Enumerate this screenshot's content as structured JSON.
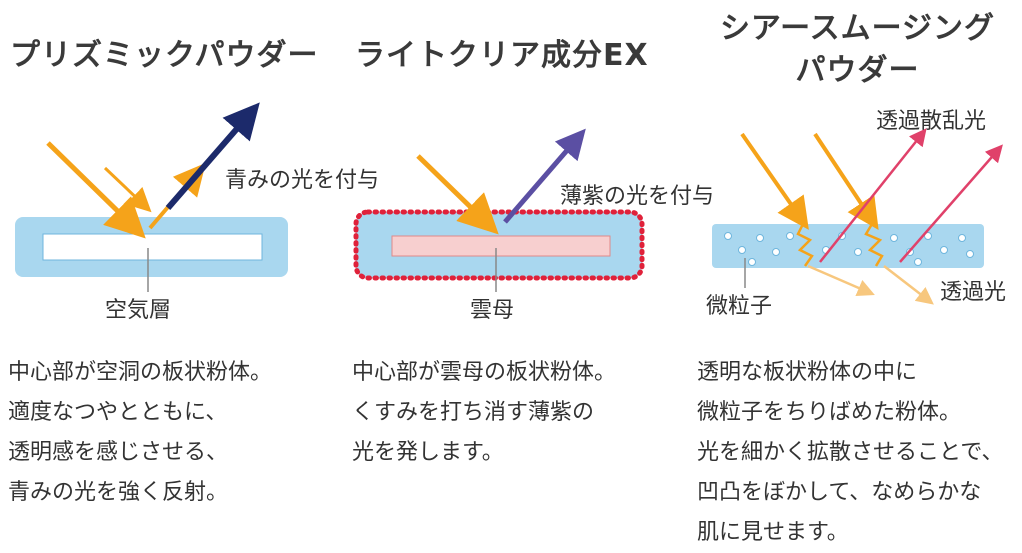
{
  "panels": [
    {
      "title": [
        "プリズミックパウダー"
      ],
      "labels": {
        "reflect": "青みの光を付与",
        "core": "空気層"
      },
      "description": [
        "中心部が空洞の板状粉体。",
        "適度なつやとともに、",
        "透明感を感じさせる、",
        "青みの光を強く反射。"
      ],
      "colors": {
        "reflect": "#1c2a6b"
      }
    },
    {
      "title": [
        "ライトクリア成分EX"
      ],
      "labels": {
        "reflect": "薄紫の光を付与",
        "core": "雲母"
      },
      "description": [
        "中心部が雲母の板状粉体。",
        "くすみを打ち消す薄紫の",
        "光を発します。"
      ],
      "colors": {
        "reflect": "#5b4fa3"
      }
    },
    {
      "title": [
        "シアースムージング",
        "パウダー"
      ],
      "labels": {
        "scatter": "透過散乱光",
        "particles": "微粒子",
        "transmit": "透過光"
      },
      "description": [
        "透明な板状粉体の中に",
        "微粒子をちりばめた粉体。",
        "光を細かく拡散させることで、",
        "凹凸をぼかして、なめらかな",
        "肌に見せます。"
      ],
      "colors": {
        "scatter": "#e0416a"
      }
    }
  ],
  "colors": {
    "incident": "#f5a31a",
    "particle_body": "#a9d7ef",
    "mica_core": "#f7cfcf",
    "mica_dots": "#e0213a"
  }
}
